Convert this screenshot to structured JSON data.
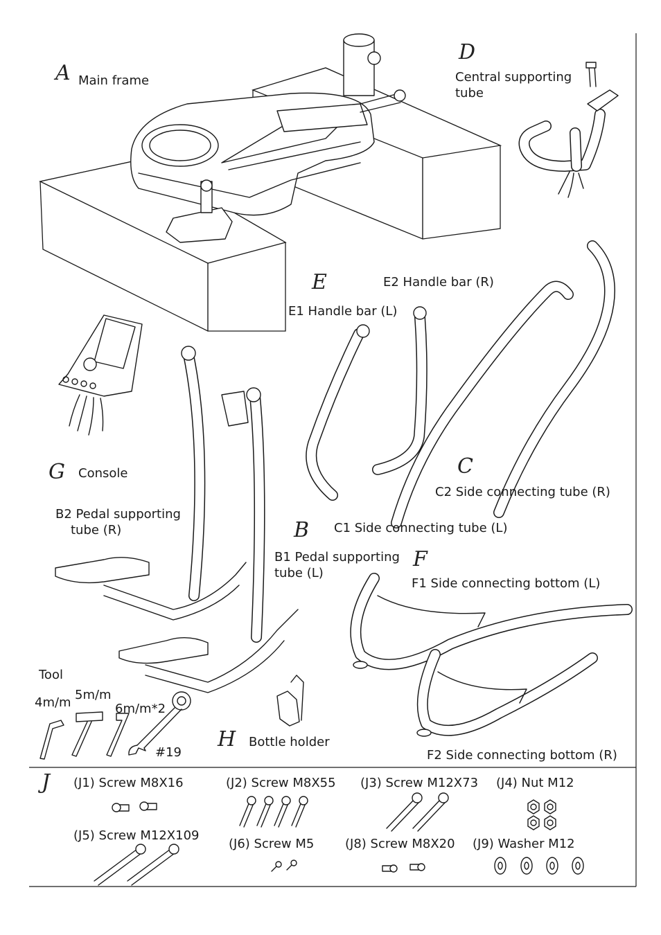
{
  "parts": {
    "A": {
      "letter": "A",
      "label": "Main frame"
    },
    "D": {
      "letter": "D",
      "label_line1": "Central supporting",
      "label_line2": "tube"
    },
    "E": {
      "letter": "E",
      "e1": "E1 Handle bar (L)",
      "e2": "E2 Handle bar (R)"
    },
    "G": {
      "letter": "G",
      "label": "Console"
    },
    "C": {
      "letter": "C",
      "c1": "C1 Side connecting tube (L)",
      "c2": "C2 Side connecting tube (R)"
    },
    "B": {
      "letter": "B",
      "b2_line1": "B2 Pedal supporting",
      "b2_line2": "tube (R)",
      "b1_line1": "B1 Pedal supporting",
      "b1_line2": "tube (L)"
    },
    "F": {
      "letter": "F",
      "f1": "F1 Side connecting bottom (L)",
      "f2": "F2 Side connecting bottom (R)"
    },
    "H": {
      "letter": "H",
      "label": "Bottle holder"
    },
    "J": {
      "letter": "J"
    }
  },
  "tools": {
    "title": "Tool",
    "t4": "4m/m",
    "t5": "5m/m",
    "t6": "6m/m*2",
    "wrench": "#19"
  },
  "hardware": [
    {
      "label": "(J1) Screw M8X16",
      "count": 2
    },
    {
      "label": "(J2) Screw M8X55",
      "count": 4
    },
    {
      "label": "(J3) Screw M12X73",
      "count": 2
    },
    {
      "label": "(J4) Nut M12",
      "count": 4
    },
    {
      "label": "(J5) Screw M12X109",
      "count": 2
    },
    {
      "label": "(J6) Screw M5",
      "count": 2
    },
    {
      "label": "(J8) Screw M8X20",
      "count": 2
    },
    {
      "label": "(J9) Washer M12",
      "count": 4
    }
  ]
}
